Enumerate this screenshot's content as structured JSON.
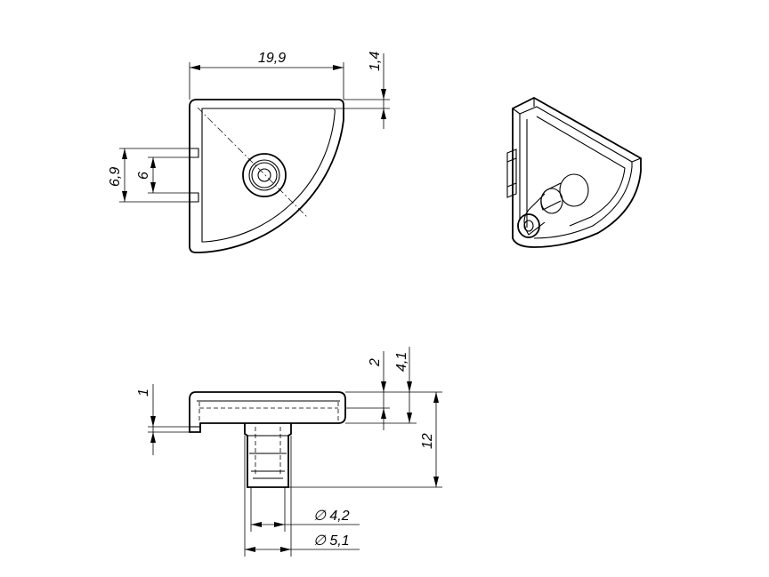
{
  "dimensions": {
    "width_19_9": "19,9",
    "thickness_1_4": "1,4",
    "height_6_9": "6,9",
    "height_6": "6",
    "tab_1": "1",
    "depth_2": "2",
    "depth_4_1": "4,1",
    "total_12": "12",
    "dia_4_2": "∅ 4,2",
    "dia_5_1": "∅ 5,1"
  },
  "views": [
    "front-view",
    "isometric-view",
    "side-view"
  ],
  "colors": {
    "line": "#000000",
    "background": "#ffffff"
  }
}
